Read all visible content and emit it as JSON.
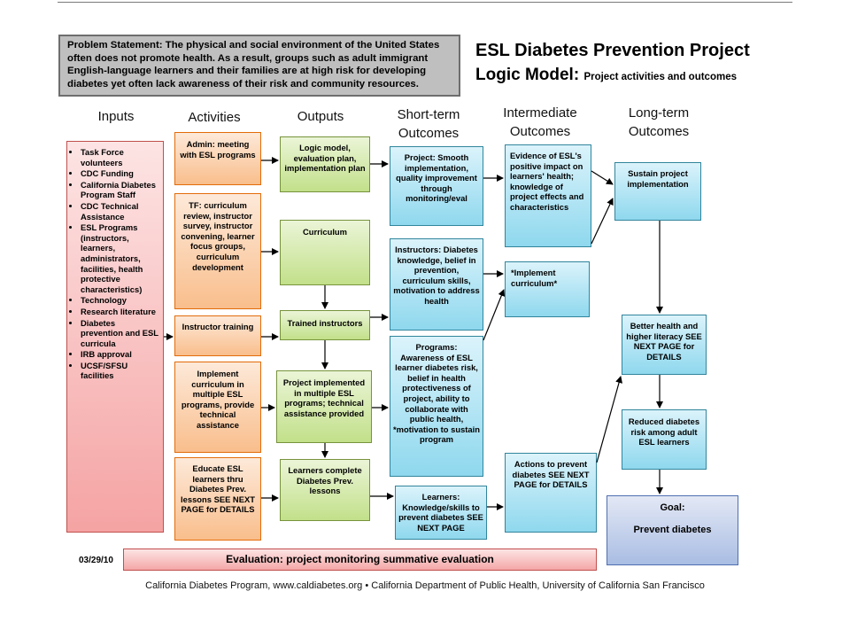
{
  "problem_statement": "Problem Statement:  The physical and social environment of the United States often does not promote health. As a result, groups such as adult immigrant English-language learners and their families are at high risk for developing diabetes yet often lack awareness of their risk and community resources.",
  "title": {
    "line1": "ESL Diabetes Prevention Project",
    "line2_main": "Logic Model: ",
    "line2_sub": "Project activities and outcomes"
  },
  "columns": {
    "inputs": "Inputs",
    "activities": "Activities",
    "outputs": "Outputs",
    "short_term": "Short-term Outcomes",
    "intermediate": "Intermediate Outcomes",
    "long_term": "Long-term Outcomes"
  },
  "inputs": [
    "Task Force volunteers",
    "CDC Funding",
    "California Diabetes Program Staff",
    "CDC Technical Assistance",
    "ESL Programs (instructors, learners, administrators, facilities, health protective characteristics)",
    "Technology",
    "Research literature",
    "Diabetes prevention and ESL curricula",
    "IRB approval",
    "UCSF/SFSU facilities"
  ],
  "activities": {
    "admin": "Admin: meeting with ESL programs",
    "tf": "TF: curriculum review, instructor survey, instructor convening, learner focus groups, curriculum development",
    "instructor_training": "Instructor training",
    "implement": "Implement curriculum in multiple ESL programs, provide technical assistance",
    "educate": "Educate ESL learners thru Diabetes Prev. lessons SEE NEXT PAGE for DETAILS"
  },
  "outputs": {
    "logic_model": "Logic model, evaluation plan, implementation plan",
    "curriculum": "Curriculum",
    "trained": "Trained instructors",
    "project_impl": "Project implemented in multiple ESL programs; technical assistance provided",
    "learners_complete": "Learners complete Diabetes Prev. lessons"
  },
  "short_term": {
    "project": "Project: Smooth implementation, quality improvement through monitoring/eval",
    "instructors": "Instructors: Diabetes knowledge, belief in prevention, curriculum skills, motivation to address health",
    "programs": "Programs: Awareness of ESL learner diabetes risk, belief in health protectiveness of project, ability to collaborate with public health, *motivation to sustain program",
    "learners": "Learners: Knowledge/skills to prevent diabetes SEE NEXT PAGE"
  },
  "intermediate": {
    "evidence": "Evidence of ESL's positive impact on learners' health; knowledge of project effects and characteristics",
    "implement_curriculum": "*Implement curriculum*",
    "actions": "Actions to prevent diabetes SEE NEXT PAGE for DETAILS"
  },
  "long_term": {
    "sustain": "Sustain project implementation",
    "better_health": "Better health and higher literacy SEE NEXT PAGE for DETAILS",
    "reduced_risk": "Reduced diabetes risk among adult ESL learners",
    "goal_label": "Goal:",
    "goal_text": "Prevent diabetes"
  },
  "evaluation": "Evaluation: project monitoring summative evaluation",
  "date": "03/29/10",
  "footer": "California Diabetes Program, www.caldiabetes.org • California Department of Public Health, University of California San Francisco",
  "colors": {
    "inputs": "#f5a3a3",
    "activities": "#f9be8c",
    "outputs": "#c2e08a",
    "outcomes": "#8fd8ee",
    "goal": "#a9bde3"
  }
}
